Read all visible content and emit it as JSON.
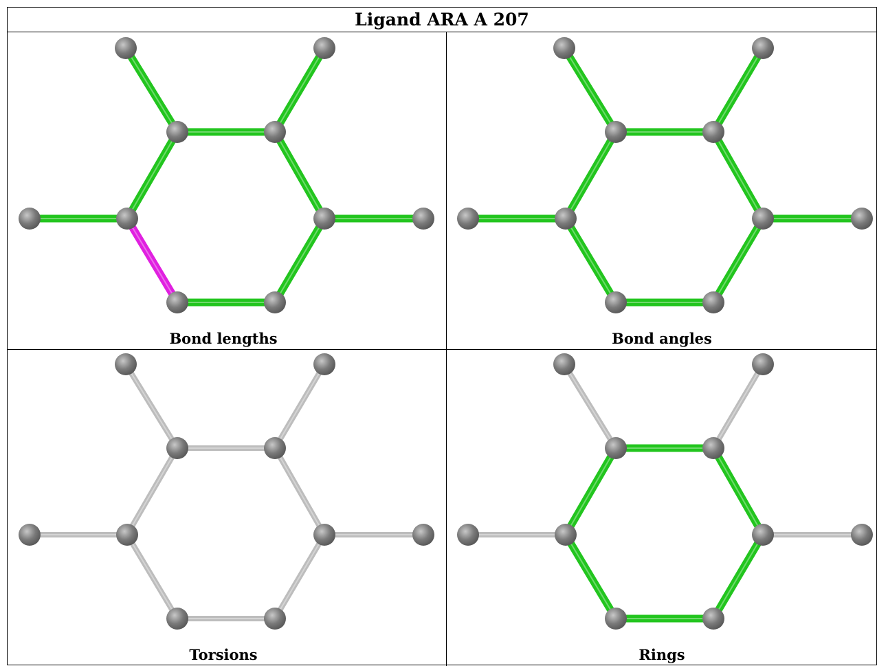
{
  "title": "Ligand ARA A 207",
  "panels": [
    {
      "id": "bond-lengths",
      "caption": "Bond lengths"
    },
    {
      "id": "bond-angles",
      "caption": "Bond angles"
    },
    {
      "id": "torsions",
      "caption": "Torsions"
    },
    {
      "id": "rings",
      "caption": "Rings"
    }
  ],
  "colors": {
    "ok": "#22c51e",
    "outlier": "#e020e0",
    "neutral": "#bdbdbd",
    "atom": "#7a7a7a"
  },
  "molecule": {
    "atoms": [
      "top-left-sub",
      "top-right-sub",
      "ring-top-left",
      "ring-top-right",
      "left-sub",
      "ring-left",
      "ring-right",
      "right-sub",
      "ring-bottom-left",
      "ring-bottom-right"
    ],
    "bonds": [
      [
        "top-left-sub",
        "ring-top-left"
      ],
      [
        "top-right-sub",
        "ring-top-right"
      ],
      [
        "ring-top-left",
        "ring-top-right"
      ],
      [
        "ring-top-left",
        "ring-left"
      ],
      [
        "ring-top-right",
        "ring-right"
      ],
      [
        "left-sub",
        "ring-left"
      ],
      [
        "ring-right",
        "right-sub"
      ],
      [
        "ring-left",
        "ring-bottom-left"
      ],
      [
        "ring-bottom-left",
        "ring-bottom-right"
      ],
      [
        "ring-bottom-right",
        "ring-right"
      ]
    ]
  },
  "bond_status": {
    "bond-lengths": [
      "ok",
      "ok",
      "ok",
      "ok",
      "ok",
      "ok",
      "ok",
      "outlier",
      "ok",
      "ok"
    ],
    "bond-angles": [
      "ok",
      "ok",
      "ok",
      "ok",
      "ok",
      "ok",
      "ok",
      "ok",
      "ok",
      "ok"
    ],
    "torsions": [
      "neutral",
      "neutral",
      "neutral",
      "neutral",
      "neutral",
      "neutral",
      "neutral",
      "neutral",
      "neutral",
      "neutral"
    ],
    "rings": [
      "neutral",
      "neutral",
      "ok",
      "ok",
      "ok",
      "neutral",
      "neutral",
      "ok",
      "ok",
      "ok"
    ]
  }
}
